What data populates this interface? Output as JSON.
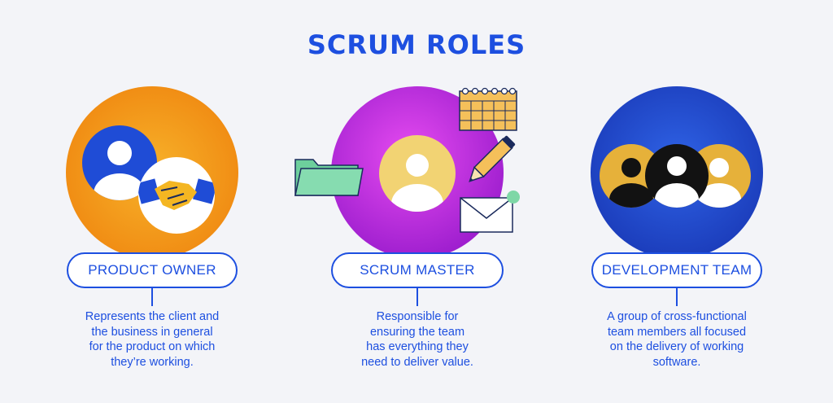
{
  "page": {
    "title": "SCRUM ROLES"
  },
  "roles": [
    {
      "label": "PRODUCT OWNER",
      "description": "Represents the client and\nthe business in general\nfor the product on which\nthey’re working.",
      "circle_color": "#f4a41c",
      "icons": [
        "user-avatar-icon",
        "handshake-icon"
      ]
    },
    {
      "label": "SCRUM MASTER",
      "description": "Responsible for\nensuring the team\nhas everything they\nneed to deliver value.",
      "circle_color": "#c62de0",
      "icons": [
        "folder-icon",
        "user-avatar-icon",
        "calendar-icon",
        "pencil-icon",
        "envelope-icon"
      ]
    },
    {
      "label": "DEVELOPMENT TEAM",
      "description": "A group of cross-functional\nteam members all focused\non the delivery of working\nsoftware.",
      "circle_color": "#1f4cd6",
      "icons": [
        "team-group-icon"
      ]
    }
  ],
  "colors": {
    "accent": "#1d4fe0",
    "background": "#f3f4f8",
    "orange": "#f4a41c",
    "purple": "#c62de0",
    "blue": "#1f4cd6",
    "yellow": "#f2d373",
    "green": "#7ed7a6"
  }
}
